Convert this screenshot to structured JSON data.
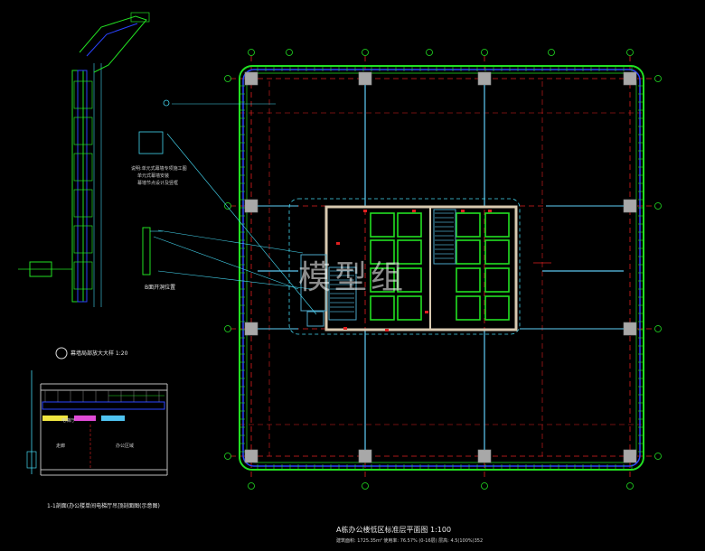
{
  "watermark": "模型组",
  "main_title": "A栋办公楼低区标准层平面图 1:100",
  "main_subtitle": "建筑面积:  1725.35m²   使用率:  76.57%   (0-16层)   层高:  4.5(100%)352",
  "section_title": "1-1剖面(办公楼单间电梯厅吊顶剖面图(示意图)",
  "detail_title": "幕墙局部放大大样 1:20",
  "elevation_label": "B面开洞位置",
  "notes": [
    "说明:单元式幕墙专项施工图",
    "单元式幕墙安装",
    "幕墙节点设计及竖框"
  ],
  "section_labels": [
    "走廊",
    "办公区域",
    "电梯厅"
  ],
  "colors": {
    "background": "#000000",
    "curtain_wall": "#22e022",
    "inner_wall": "#2a43ff",
    "axis": "#e02020",
    "column": "#a8a8a8",
    "beam": "#4da6c7",
    "core_frame": "#d8c9b0",
    "cyan": "#44d6f0"
  }
}
